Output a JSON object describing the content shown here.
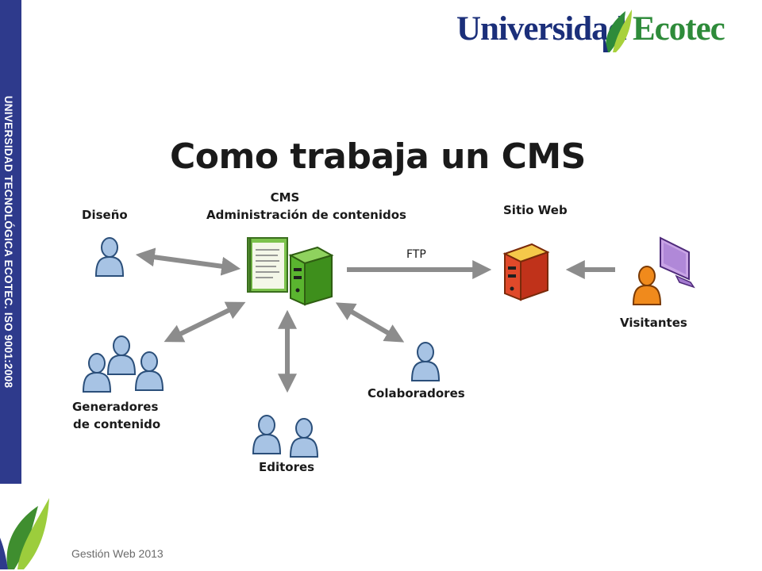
{
  "sidebar": {
    "vertical_text": "UNIVERSIDAD TECNOLÓGICA ECOTEC. ISO 9001:2008"
  },
  "brand": {
    "part1": "Universidad",
    "part2": "Ecotec"
  },
  "title": "Como trabaja un CMS",
  "diagram": {
    "cms_title": "CMS",
    "cms_subtitle": "Administración de contenidos",
    "diseno": "Diseño",
    "sitio_web": "Sitio Web",
    "ftp": "FTP",
    "visitantes": "Visitantes",
    "generadores_line1": "Generadores",
    "generadores_line2": "de contenido",
    "editores": "Editores",
    "colaboradores": "Colaboradores"
  },
  "footer": {
    "text": "Gestión Web 2013"
  },
  "colors": {
    "sidebar": "#2e3a8c",
    "brand_blue": "#1b2f7a",
    "brand_green": "#2e8b3a",
    "person_blue": "#a7c3e4",
    "person_orange": "#f08a1c",
    "server_green": "#5ab52f",
    "arrow_gray": "#8c8c8c"
  }
}
